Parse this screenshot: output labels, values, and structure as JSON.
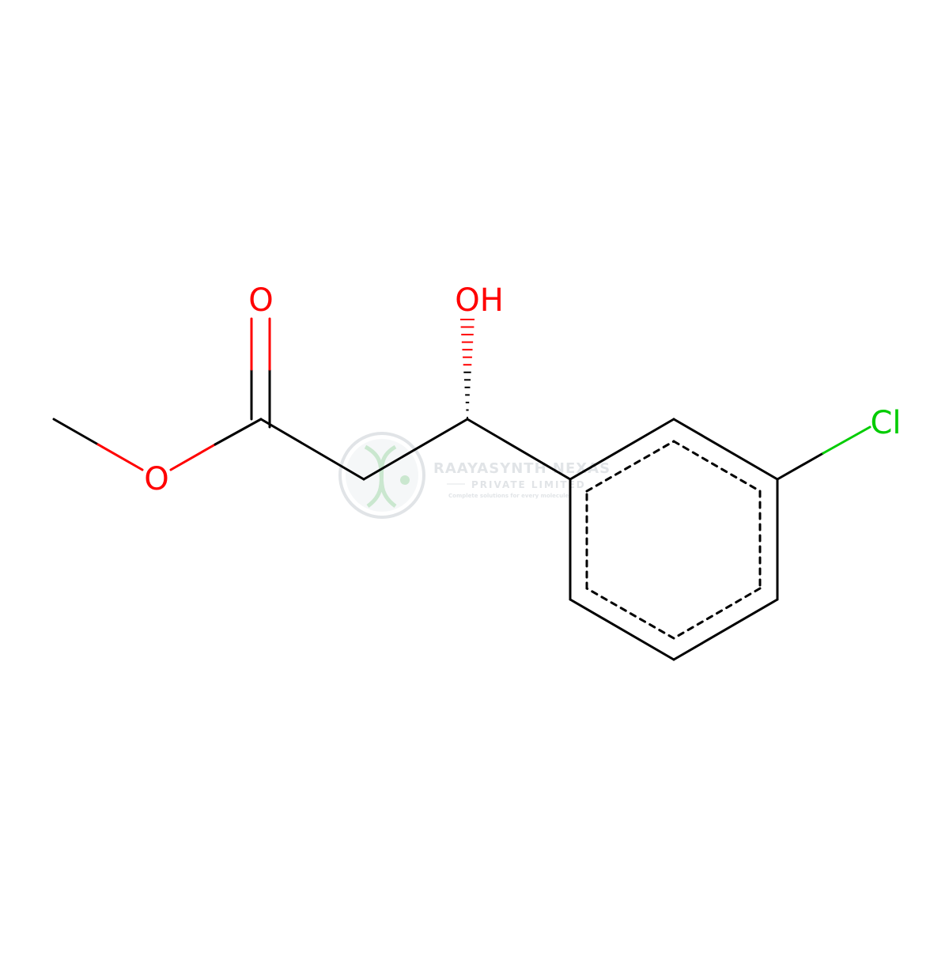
{
  "molecule": {
    "atoms": {
      "carbonyl_oxygen": "O",
      "ester_oxygen": "O",
      "hydroxyl": "OH",
      "chlorine": "Cl"
    },
    "colors": {
      "bond": "#000000",
      "oxygen": "#ff0000",
      "chlorine": "#00cc00",
      "background": "#ffffff"
    }
  },
  "watermark": {
    "title": "RAAYASYNTH NEXAS",
    "subtitle": "PRIVATE LIMITED",
    "tagline": "Complete solutions for every molecule",
    "colors": {
      "primary": "#c9cfd4",
      "accent": "#9fd4a8"
    }
  }
}
